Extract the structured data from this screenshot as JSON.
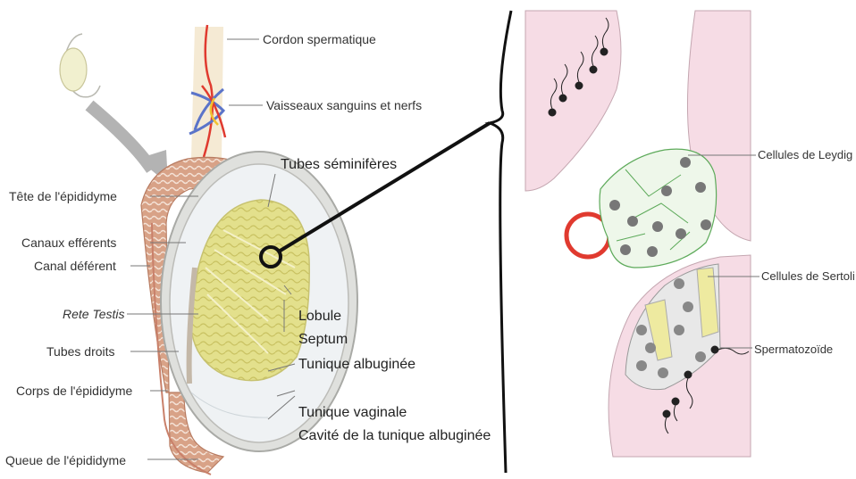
{
  "left_labels": {
    "tete": "Tête de l'épididyme",
    "canaux": "Canaux efférents",
    "canal": "Canal déférent",
    "rete": "Rete Testis",
    "tubes_droits": "Tubes droits",
    "corps": "Corps de l'épididyme",
    "queue": "Queue de l'épididyme"
  },
  "right_labels": {
    "cordon": "Cordon spermatique",
    "vaisseaux": "Vaisseaux sanguins et nerfs",
    "tubes_semi": "Tubes séminifères",
    "lobule": "Lobule",
    "septum": "Septum",
    "tunique_alb": "Tunique albuginée",
    "tunique_vag": "Tunique vaginale",
    "cavite": "Cavité de la tunique albuginée"
  },
  "detail_labels": {
    "leydig": "Cellules de Leydig",
    "sertoli": "Cellules de Sertoli",
    "spermato": "Spermatozoïde"
  },
  "colors": {
    "epididyme": "#d9a184",
    "tubes": "#e2e08a",
    "tubule_pink": "#f6dde6",
    "leydig_outline": "#5daa5a",
    "vessel_red": "#e03a2f",
    "vein_blue": "#5b74c9",
    "sertoli_yellow": "#eeeaa0"
  }
}
